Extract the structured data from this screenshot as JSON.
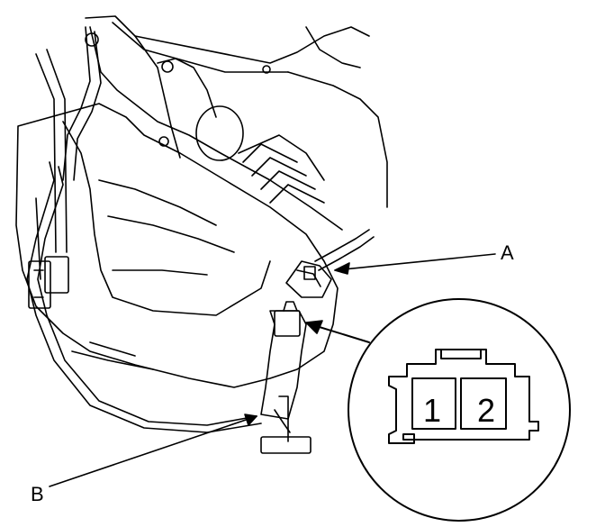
{
  "callouts": {
    "a_label": "A",
    "b_label": "B"
  },
  "connector_detail": {
    "pins": [
      "1",
      "2"
    ]
  },
  "colors": {
    "line": "#000000",
    "background": "#ffffff"
  }
}
